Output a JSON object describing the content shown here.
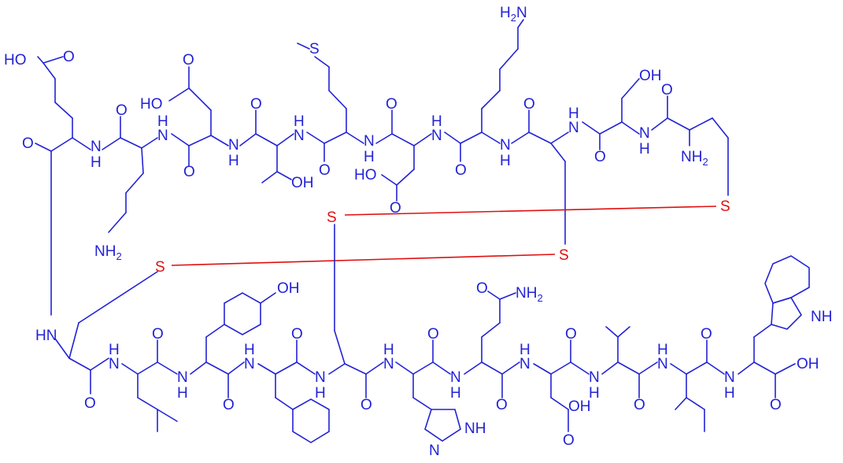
{
  "colors": {
    "atom": "#2222d6",
    "disulfide": "#e01010",
    "background": "#ffffff"
  },
  "labels": {
    "HO": "HO",
    "O": "O",
    "N": "N",
    "H": "H",
    "NH": "NH",
    "HN": "HN",
    "NH2_main": "NH",
    "NH2_sub": "2",
    "H2N_H": "H",
    "H2N_2": "2",
    "H2N_N": "N",
    "S": "S",
    "OH": "OH",
    "HOO": "HO",
    "OH2": "OH"
  }
}
